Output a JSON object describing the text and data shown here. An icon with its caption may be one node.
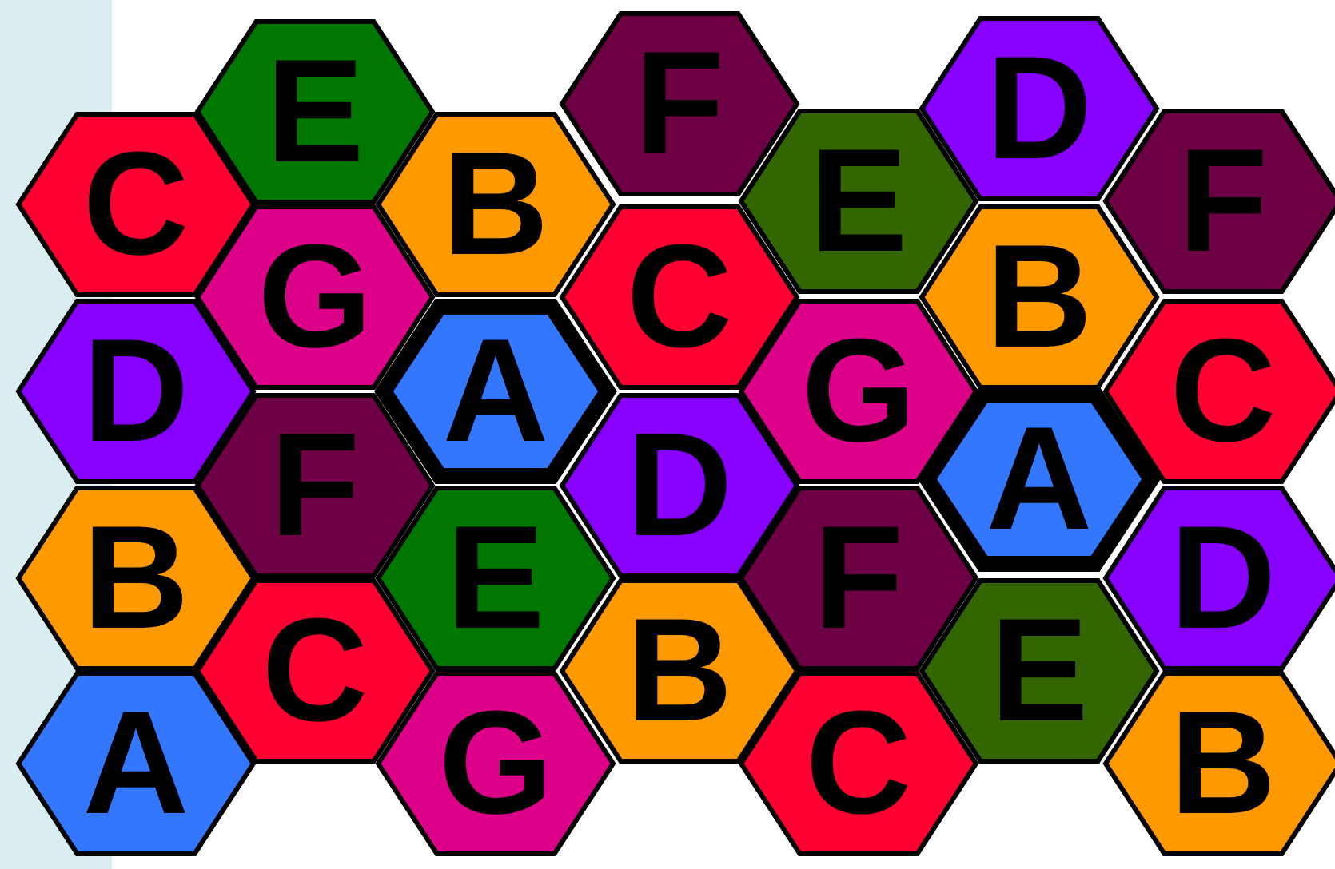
{
  "diagram": {
    "nodes": [
      {
        "text": [
          "E"
        ]
      },
      {
        "text": [
          "F"
        ]
      },
      {
        "text": [
          "D"
        ]
      },
      {
        "text": [
          "C"
        ]
      },
      {
        "text": [
          "B"
        ]
      },
      {
        "text": [
          "E"
        ]
      },
      {
        "text": [
          "F"
        ]
      },
      {
        "text": [
          "G"
        ]
      },
      {
        "text": [
          "C"
        ]
      },
      {
        "text": [
          "B"
        ]
      },
      {
        "text": [
          "D"
        ]
      },
      {
        "text": [
          "A"
        ]
      },
      {
        "text": [
          "G"
        ]
      },
      {
        "text": [
          "C"
        ]
      },
      {
        "text": [
          "F"
        ]
      },
      {
        "text": [
          "D"
        ]
      },
      {
        "text": [
          "A"
        ]
      },
      {
        "text": [
          "B"
        ]
      },
      {
        "text": [
          "E"
        ]
      },
      {
        "text": [
          "F"
        ]
      },
      {
        "text": [
          "D"
        ]
      },
      {
        "text": [
          "C"
        ]
      },
      {
        "text": [
          "B"
        ]
      },
      {
        "text": [
          "E"
        ]
      },
      {
        "text": [
          "A"
        ]
      },
      {
        "text": [
          "G"
        ]
      },
      {
        "text": [
          "C"
        ]
      },
      {
        "text": [
          "B"
        ]
      }
    ]
  }
}
